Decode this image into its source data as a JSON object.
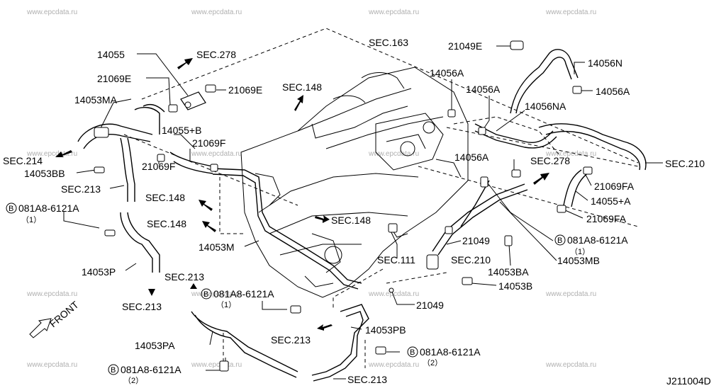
{
  "watermark": "www.epcdata.ru",
  "diagram_id": "J211004D",
  "front_label": "FRONT",
  "bolt_symbol": "B",
  "labels": {
    "p14055": "14055",
    "p21069E_a": "21069E",
    "p14053MA": "14053MA",
    "sec214": "SEC.214",
    "p14053BB": "14053BB",
    "p14055B": "14055+B",
    "p21069F_a": "21069F",
    "p21069F_b": "21069F",
    "sec213_a": "SEC.213",
    "sec278_a": "SEC.278",
    "p21069E_b": "21069E",
    "sec148_a": "SEC.148",
    "sec163": "SEC.163",
    "p21049E": "21049E",
    "p14056N": "14056N",
    "p14056A_a": "14056A",
    "p14056A_b": "14056A",
    "p14056A_c": "14056A",
    "p14056NA": "14056NA",
    "p14056A_d": "14056A",
    "sec278_b": "SEC.278",
    "sec210_a": "SEC.210",
    "p21069FA_a": "21069FA",
    "p14055A": "14055+A",
    "p21069FA_b": "21069FA",
    "sec148_b": "SEC.148",
    "sec148_c": "SEC.148",
    "sec148_d": "SEC.148",
    "p14053M": "14053M",
    "sec111": "SEC.111",
    "p21049_a": "21049",
    "sec210_b": "SEC.210",
    "p14053BA": "14053BA",
    "p14053MB": "14053MB",
    "p14053B": "14053B",
    "p21049_b": "21049",
    "p14053P": "14053P",
    "sec213_b": "SEC.213",
    "sec213_c": "SEC.213",
    "p14053PA": "14053PA",
    "p14053PB": "14053PB",
    "sec213_d": "SEC.213",
    "sec213_e": "SEC.213"
  },
  "bolts": {
    "b1": "081A8-6121A",
    "b1_qty": "（1）",
    "b2": "081A8-6121A",
    "b2_qty": "（1）",
    "b3": "081A8-6121A",
    "b3_qty": "（1）",
    "b4": "081A8-6121A",
    "b4_qty": "（2）",
    "b5": "081A8-6121A",
    "b5_qty": "（2）"
  }
}
